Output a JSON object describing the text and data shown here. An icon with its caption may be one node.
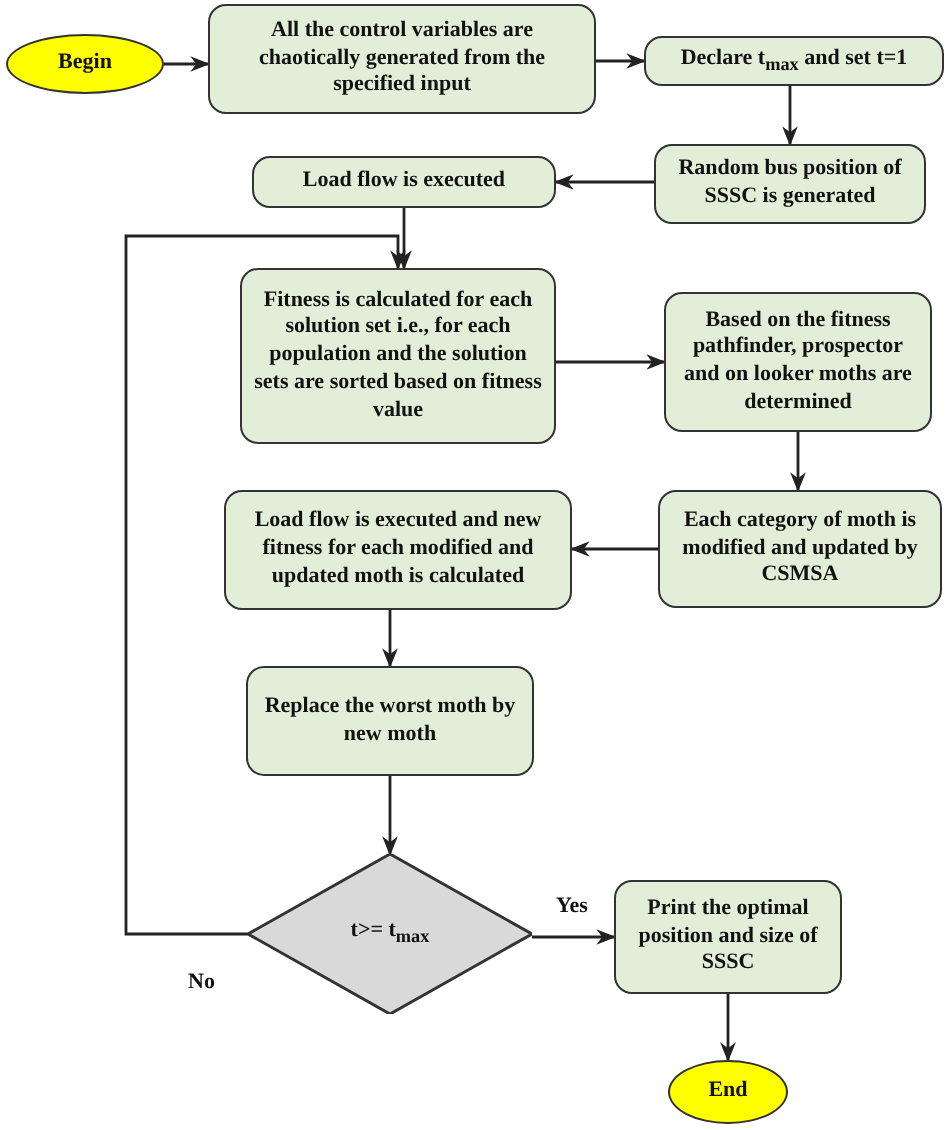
{
  "diagram": {
    "nodes": [
      {
        "text": [
          "Begin"
        ]
      },
      {
        "text": [
          "All the control variables are chaotically generated from the specified input"
        ]
      },
      {
        "text": [
          "Declare t$_{max}$ and set t=1"
        ]
      },
      {
        "text": [
          "Random bus position of SSSC is generated"
        ]
      },
      {
        "text": [
          "Load flow is executed"
        ]
      },
      {
        "text": [
          "Fitness is calculated for each solution set i.e., for each population and the solution sets are sorted based on fitness value"
        ]
      },
      {
        "text": [
          "Based on the fitness pathfinder, prospector and on looker moths are determined"
        ]
      },
      {
        "text": [
          "Each category of moth is modified and updated by CSMSA"
        ]
      },
      {
        "text": [
          "Load flow is executed and new fitness for each modified and updated moth is calculated"
        ]
      },
      {
        "text": [
          "Replace the worst moth by new moth"
        ]
      },
      {
        "text": [
          "t>= t$_{max}$"
        ]
      },
      {
        "text": [
          "Print the optimal position and size of SSSC"
        ]
      },
      {
        "text": [
          "End"
        ]
      }
    ],
    "edges": [
      {
        "from": 0,
        "to": 1,
        "arrow": "to"
      },
      {
        "from": 1,
        "to": 2,
        "arrow": "to"
      },
      {
        "from": 2,
        "to": 3,
        "arrow": "to"
      },
      {
        "from": 3,
        "to": 4,
        "arrow": "to"
      },
      {
        "from": 4,
        "to": 5,
        "arrow": "to"
      },
      {
        "from": 5,
        "to": 6,
        "arrow": "to"
      },
      {
        "from": 6,
        "to": 7,
        "arrow": "to"
      },
      {
        "from": 7,
        "to": 8,
        "arrow": "to"
      },
      {
        "from": 8,
        "to": 9,
        "arrow": "to"
      },
      {
        "from": 9,
        "to": 10,
        "arrow": "to"
      },
      {
        "from": 10,
        "to": 11,
        "arrow": "to",
        "label": "Yes"
      },
      {
        "from": 10,
        "to": 5,
        "arrow": "to",
        "label": "No"
      },
      {
        "from": 11,
        "to": 12,
        "arrow": "to"
      }
    ]
  }
}
